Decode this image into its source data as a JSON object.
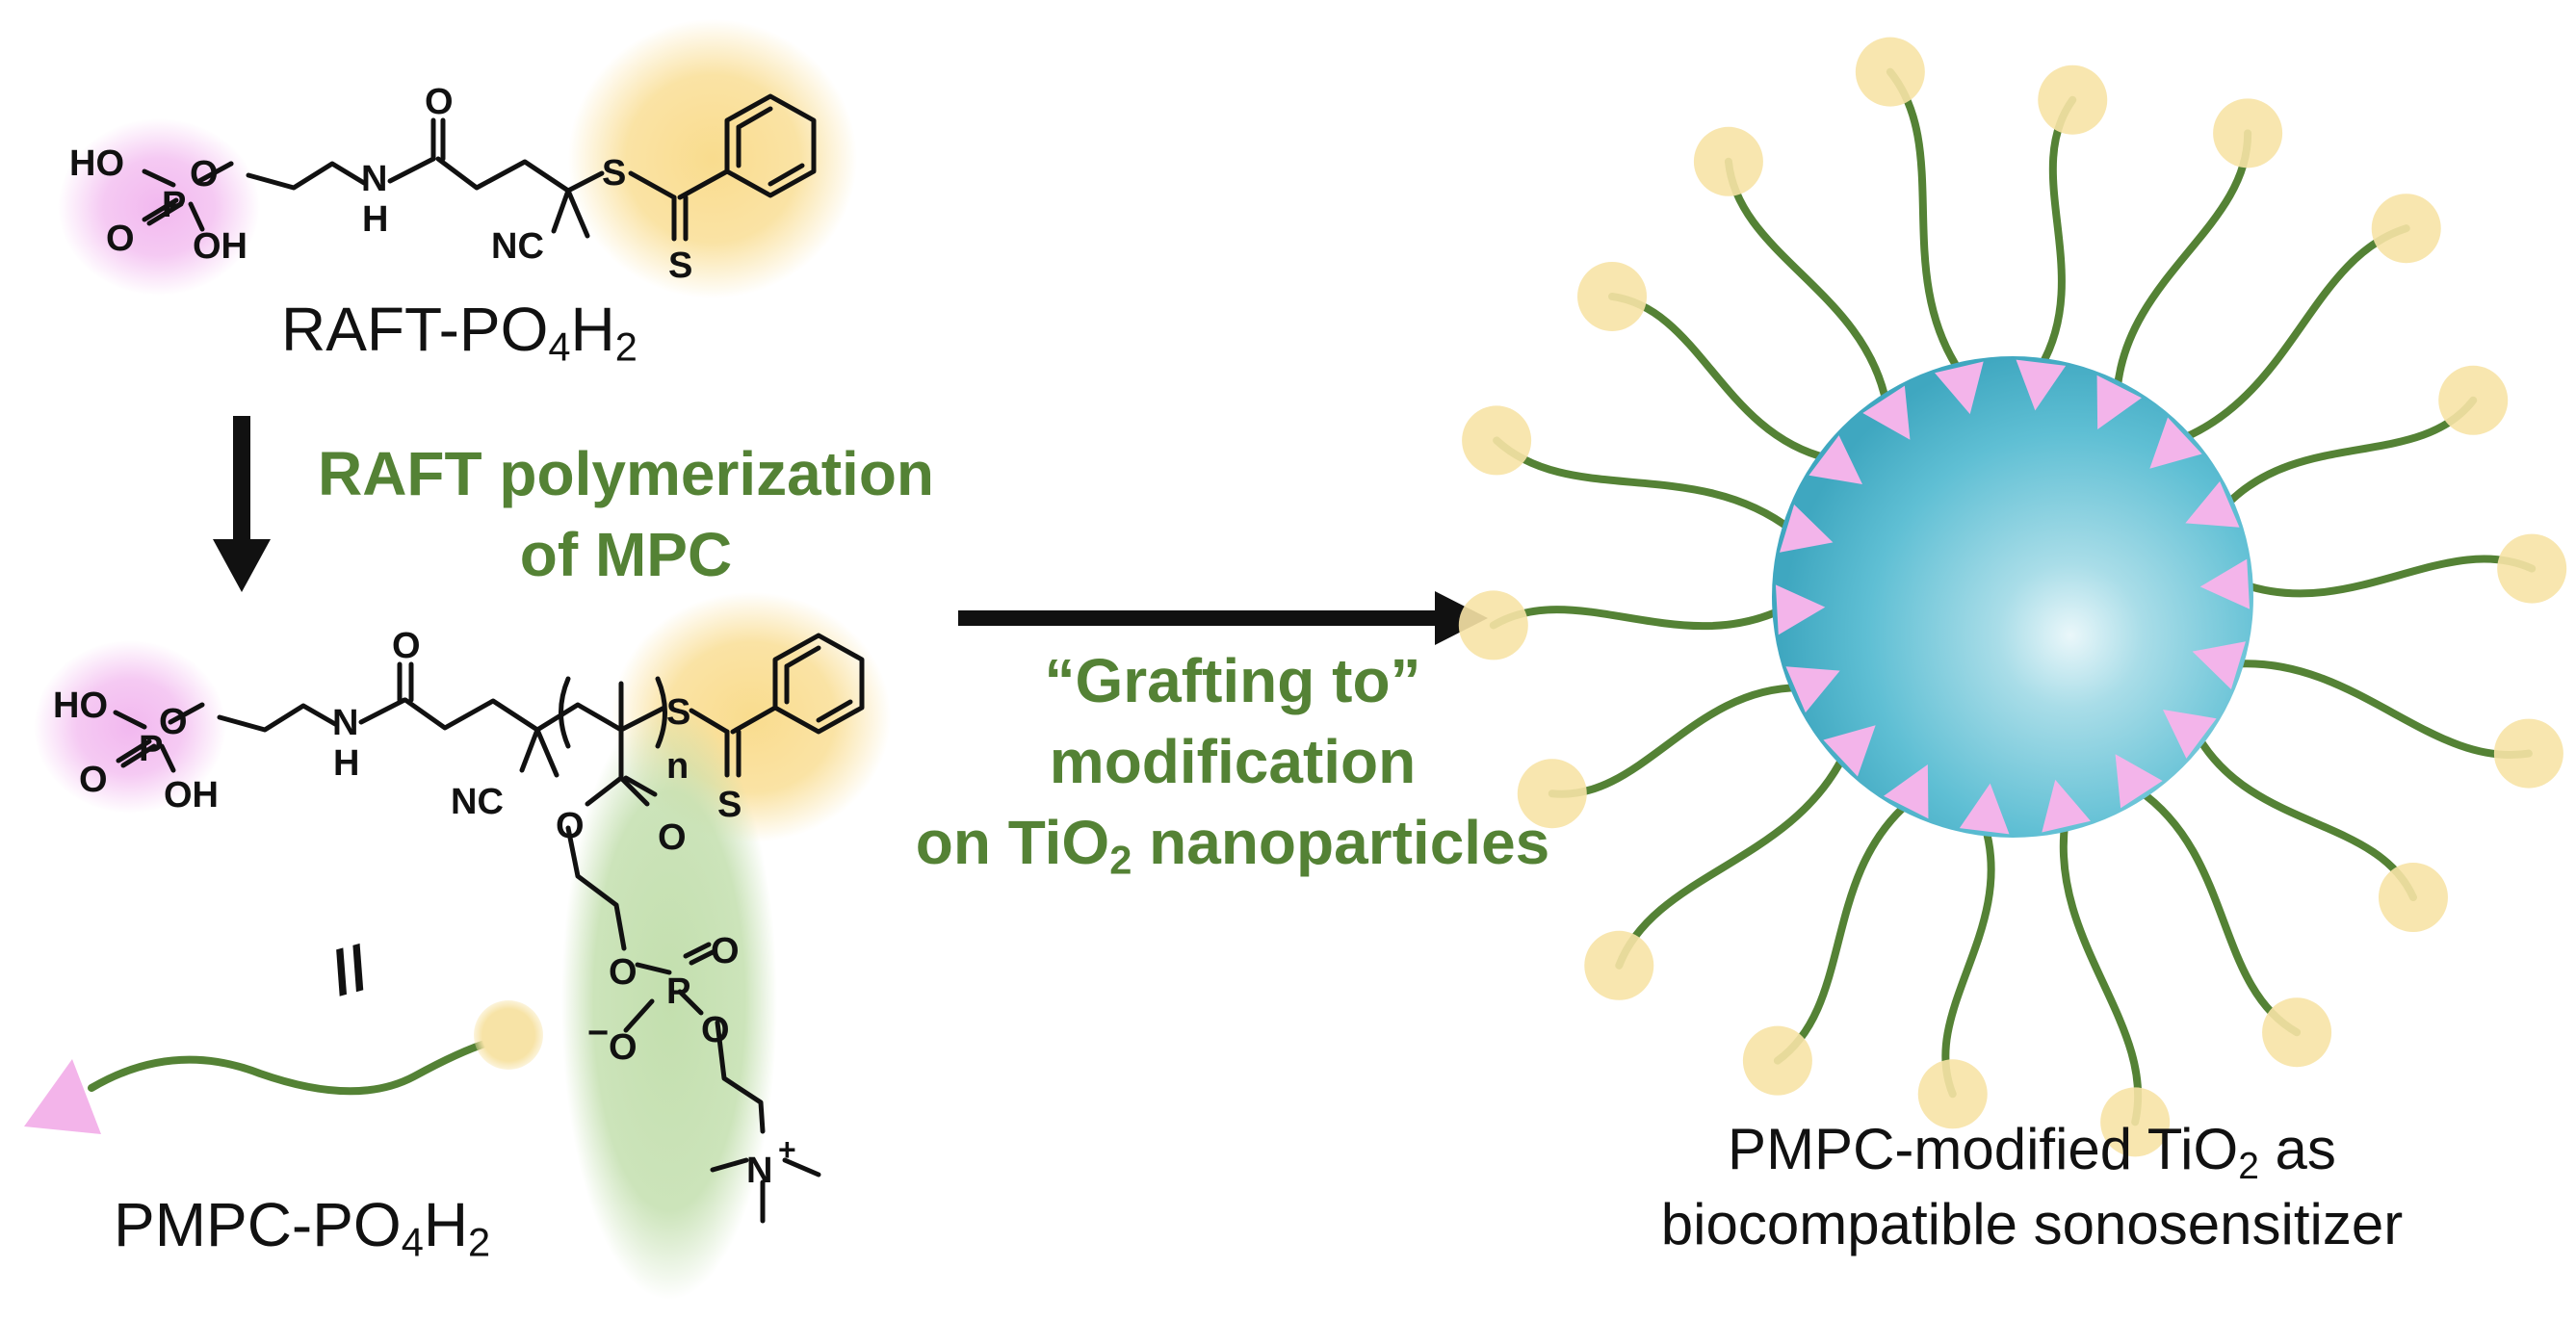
{
  "reagent": {
    "name_main": "RAFT-PO",
    "name_sub1": "4",
    "name_mid": "H",
    "name_sub2": "2",
    "atoms": {
      "ho": "HO",
      "oh": "OH",
      "o": "O",
      "p": "P",
      "nh_n": "N",
      "nh_h": "H",
      "s": "S",
      "nc": "NC"
    }
  },
  "step1": {
    "line1": "RAFT polymerization",
    "line2": "of MPC"
  },
  "polymer": {
    "name_main": "PMPC-PO",
    "name_sub1": "4",
    "name_mid": "H",
    "name_sub2": "2",
    "equals": "//",
    "atoms": {
      "ho": "HO",
      "oh": "OH",
      "o": "O",
      "p": "P",
      "nh_n": "N",
      "nh_h": "H",
      "s": "S",
      "nc": "NC",
      "n": "n",
      "o_minus": "−",
      "n_plus": "N",
      "plus": "+"
    }
  },
  "step2": {
    "line1": "“Grafting to”",
    "line2": "modification",
    "line3_main": "on TiO",
    "line3_sub": "2",
    "line3_tail": " nanoparticles"
  },
  "product": {
    "line1_main": "PMPC-modified TiO",
    "line1_sub": "2",
    "line1_tail": " as",
    "line2": "biocompatible sonosensitizer"
  },
  "colors": {
    "phosphate_glow": "#f2b8ef",
    "raft_glow": "#f9dc8e",
    "pc_glow": "#c3dfae",
    "chain": "#548235",
    "anchor_triangle": "#f3b4ea",
    "end_bead": "#f7e3a6",
    "particle": "#5fbfd4",
    "arrow": "#111111",
    "step_text": "#548235"
  }
}
